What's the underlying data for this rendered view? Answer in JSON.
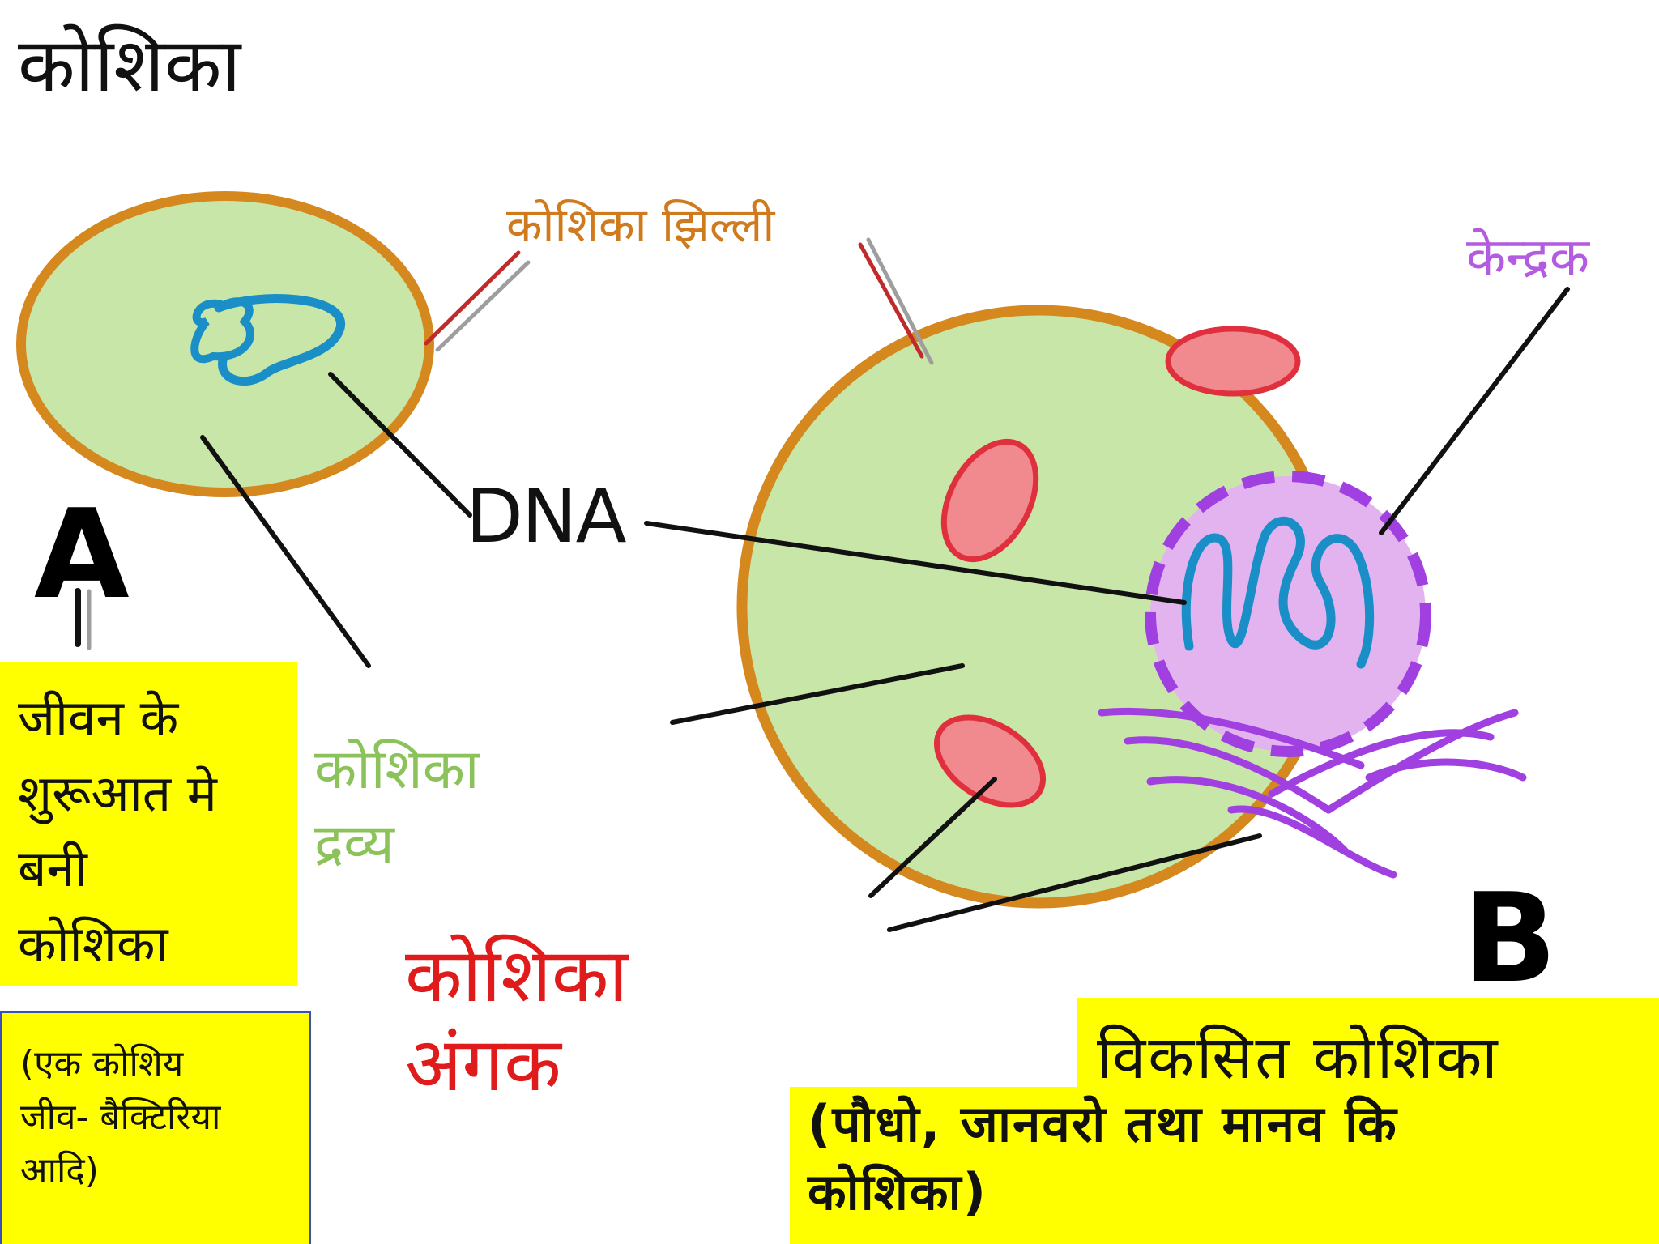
{
  "title": "कोशिका",
  "labels": {
    "cell_membrane": "कोशिका झिल्ली",
    "nucleus": "केन्द्रक",
    "dna": "DNA",
    "cytoplasm_line1": "कोशिका",
    "cytoplasm_line2": "द्रव्य",
    "organelles_line1": "कोशिका",
    "organelles_line2": "अंगक",
    "cell_a": "A",
    "cell_b": "B"
  },
  "cell_a_box": {
    "line1": "जीवन के",
    "line2": "शुरूआत मे",
    "line3": "बनी",
    "line4": "कोशिका"
  },
  "cell_a_note": {
    "line1": "(एक कोशिय",
    "line2": "जीव- बैक्टिरिया",
    "line3": "आदि)"
  },
  "cell_b_box": {
    "heading": "विकसित कोशिका",
    "line1": "(पौधो, जानवरो तथा मानव कि",
    "line2": "कोशिका)"
  },
  "colors": {
    "cytoplasm": "#c8e6a8",
    "membrane": "#d4881e",
    "organelle_fill": "#f08a8f",
    "organelle_stroke": "#e0303e",
    "nucleus_fill": "#e2b3ee",
    "nucleus_stroke": "#a040e0",
    "dna": "#1a8ec6",
    "golgi": "#a040e0",
    "highlight": "#ffff00"
  }
}
